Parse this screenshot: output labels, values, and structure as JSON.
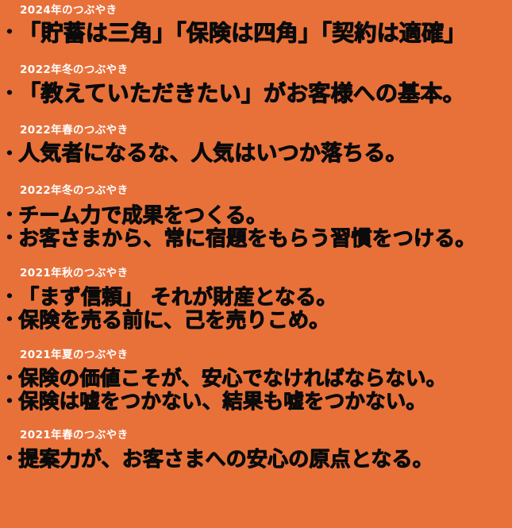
{
  "page": {
    "background_color": "#e8713a",
    "label_color": "#ffffff",
    "quote_color": "#0b0b0b",
    "bullet": "・"
  },
  "sections": [
    {
      "label": "2024年のつぶやき",
      "quotes": [
        "「貯蓄は三角」「保険は四角」「契約は適確」"
      ]
    },
    {
      "label": "2022年冬のつぶやき",
      "quotes": [
        "「教えていただきたい」がお客様への基本。"
      ]
    },
    {
      "label": "2022年春のつぶやき",
      "quotes": [
        "人気者になるな、人気はいつか落ちる。"
      ]
    },
    {
      "label": "2022年冬のつぶやき",
      "quotes": [
        "チーム力で成果をつくる。",
        "お客さまから、常に宿題をもらう習慣をつける。"
      ]
    },
    {
      "label": "2021年秋のつぶやき",
      "quotes": [
        "「まず信頼」 それが財産となる。",
        "保険を売る前に、己を売りこめ。"
      ]
    },
    {
      "label": "2021年夏のつぶやき",
      "quotes": [
        "保険の価値こそが、安心でなければならない。",
        "保険は嘘をつかない、結果も嘘をつかない。"
      ]
    },
    {
      "label": "2021年春のつぶやき",
      "quotes": [
        "提案力が、お客さまへの安心の原点となる。"
      ]
    }
  ]
}
